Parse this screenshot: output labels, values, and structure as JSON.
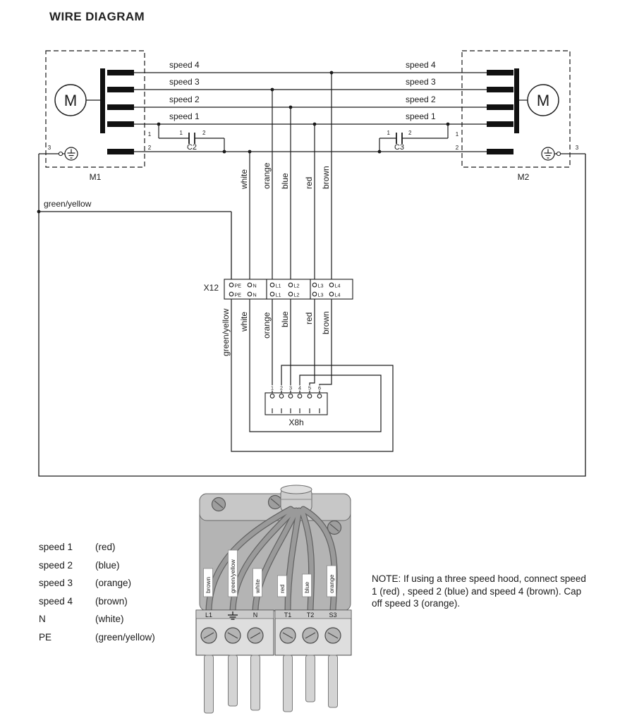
{
  "title": "WIRE DIAGRAM",
  "schematic": {
    "motors": {
      "left": {
        "name": "M1",
        "symbol": "M",
        "pin1": "1",
        "pin2": "2",
        "ground_pin": "3"
      },
      "right": {
        "name": "M2",
        "symbol": "M",
        "pin1": "1",
        "pin2": "2",
        "ground_pin": "3"
      }
    },
    "speed_labels": [
      "speed 4",
      "speed 3",
      "speed 2",
      "speed 1"
    ],
    "capacitors": {
      "left": {
        "name": "C2",
        "t1": "1",
        "t2": "2"
      },
      "right": {
        "name": "C3",
        "t1": "1",
        "t2": "2"
      }
    },
    "wire_colors_top": [
      "white",
      "orange",
      "blue",
      "red",
      "brown"
    ],
    "ground_wire_label": "green/yellow",
    "x12": {
      "name": "X12",
      "row_top": [
        "PE",
        "N",
        "L1",
        "L2",
        "L3",
        "L4"
      ],
      "row_bottom": [
        "PE",
        "N",
        "L1",
        "L2",
        "L3",
        "L4"
      ],
      "wire_colors_below": [
        "green/yellow",
        "white",
        "orange",
        "blue",
        "red",
        "brown"
      ]
    },
    "x8h": {
      "name": "X8h",
      "pins": [
        "1",
        "2",
        "3",
        "4",
        "5",
        "6"
      ]
    }
  },
  "legend": {
    "rows": [
      {
        "label": "speed 1",
        "color": "(red)"
      },
      {
        "label": "speed 2",
        "color": "(blue)"
      },
      {
        "label": "speed 3",
        "color": "(orange)"
      },
      {
        "label": "speed 4",
        "color": "(brown)"
      },
      {
        "label": "N",
        "color": "(white)"
      },
      {
        "label": "PE",
        "color": "(green/yellow)"
      }
    ]
  },
  "note": "NOTE: If using a three speed hood, connect speed 1 (red) , speed 2 (blue) and speed 4 (brown). Cap off speed 3 (orange).",
  "connector_photo": {
    "wire_tags": [
      "brown",
      "green/yellow",
      "white",
      "red",
      "blue",
      "orange"
    ],
    "terminal_labels": [
      "L1",
      "N",
      "T1",
      "T2",
      "S3"
    ],
    "ground_icon": "earth-ground-icon"
  }
}
